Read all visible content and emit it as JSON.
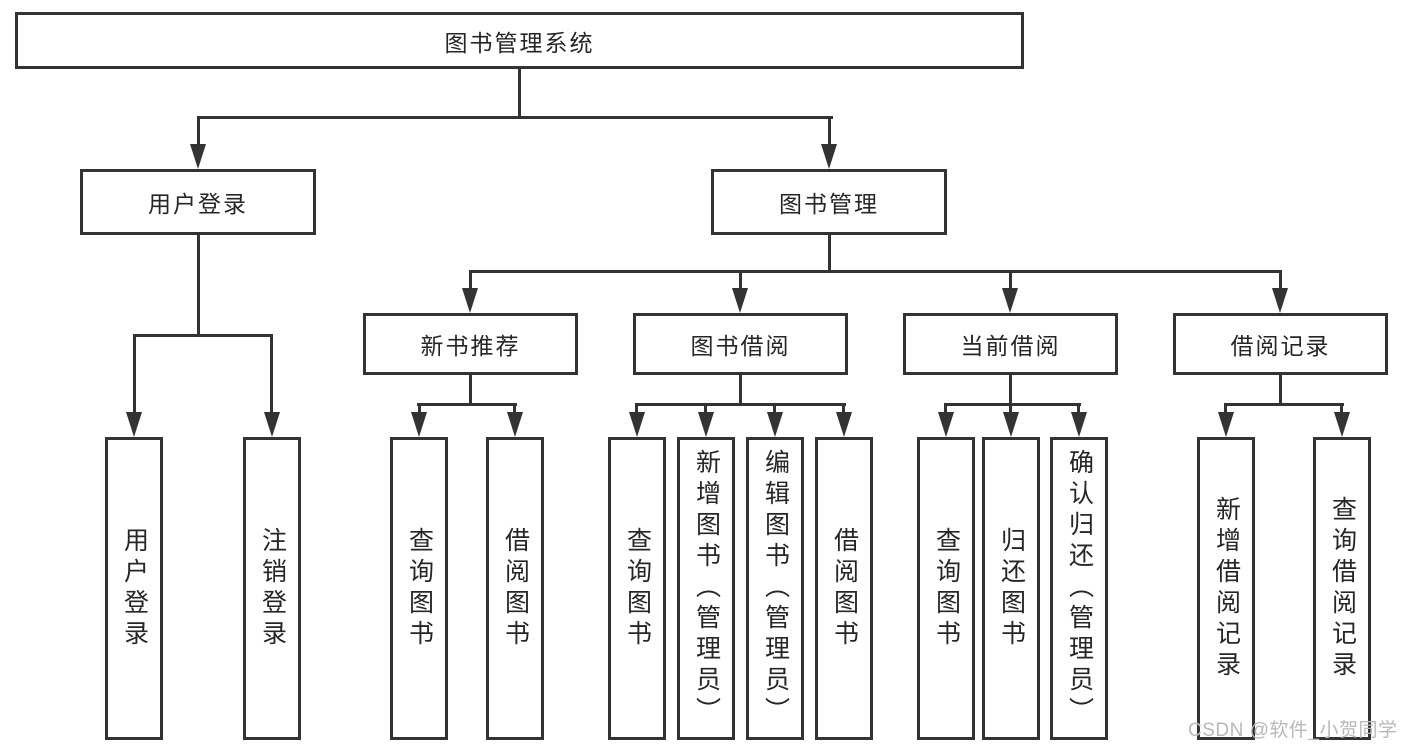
{
  "tree": {
    "root": {
      "label": "图书管理系统",
      "children": [
        {
          "label": "用户登录",
          "children": [
            {
              "label": "用户登录"
            },
            {
              "label": "注销登录"
            }
          ]
        },
        {
          "label": "图书管理",
          "children": [
            {
              "label": "新书推荐",
              "children": [
                {
                  "label": "查询图书"
                },
                {
                  "label": "借阅图书"
                }
              ]
            },
            {
              "label": "图书借阅",
              "children": [
                {
                  "label": "查询图书"
                },
                {
                  "label": "新增图书（管理员）"
                },
                {
                  "label": "编辑图书（管理员）"
                },
                {
                  "label": "借阅图书"
                }
              ]
            },
            {
              "label": "当前借阅",
              "children": [
                {
                  "label": "查询图书"
                },
                {
                  "label": "归还图书"
                },
                {
                  "label": "确认归还（管理员）"
                }
              ]
            },
            {
              "label": "借阅记录",
              "children": [
                {
                  "label": "新增借阅记录"
                },
                {
                  "label": "查询借阅记录"
                }
              ]
            }
          ]
        }
      ]
    }
  },
  "watermark": {
    "text": "CSDN @软件_小贺同学"
  },
  "colors": {
    "line": "#333333",
    "text": "#262626",
    "watermark": "#b8b8b8",
    "background": "#ffffff"
  }
}
